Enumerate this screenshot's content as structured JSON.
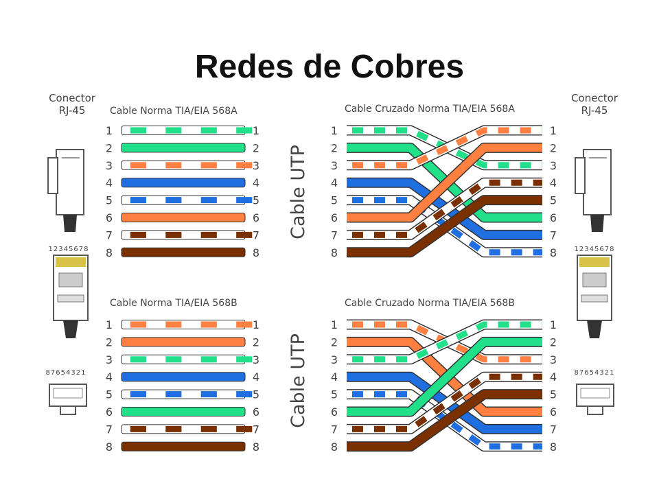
{
  "title": "Redes de Cobres",
  "connector_label_line1": "Conector",
  "connector_label_line2": "RJ-45",
  "pin_order_front": "12345678",
  "pin_order_back": "87654321",
  "side_label": "Cable UTP",
  "panels": [
    {
      "title": "Cable Norma TIA/EIA 568A",
      "type": "straight",
      "standard": "A"
    },
    {
      "title": "Cable Cruzado Norma TIA/EIA 568A",
      "type": "crossover",
      "standard": "A"
    },
    {
      "title": "Cable Norma TIA/EIA 568B",
      "type": "straight",
      "standard": "B"
    },
    {
      "title": "Cable Cruzado Norma TIA/EIA 568B",
      "type": "crossover",
      "standard": "B"
    }
  ],
  "pin_numbers": [
    "1",
    "2",
    "3",
    "4",
    "5",
    "6",
    "7",
    "8"
  ],
  "standards": {
    "A": [
      {
        "color": "#22e08a",
        "striped": true
      },
      {
        "color": "#22e08a",
        "striped": false
      },
      {
        "color": "#ff8040",
        "striped": true
      },
      {
        "color": "#1f6fe0",
        "striped": false
      },
      {
        "color": "#1f6fe0",
        "striped": true
      },
      {
        "color": "#ff8040",
        "striped": false
      },
      {
        "color": "#7a3000",
        "striped": true
      },
      {
        "color": "#7a3000",
        "striped": false
      }
    ],
    "B": [
      {
        "color": "#ff8040",
        "striped": true
      },
      {
        "color": "#ff8040",
        "striped": false
      },
      {
        "color": "#22e08a",
        "striped": true
      },
      {
        "color": "#1f6fe0",
        "striped": false
      },
      {
        "color": "#1f6fe0",
        "striped": true
      },
      {
        "color": "#22e08a",
        "striped": false
      },
      {
        "color": "#7a3000",
        "striped": true
      },
      {
        "color": "#7a3000",
        "striped": false
      }
    ]
  },
  "crossover_map": [
    3,
    6,
    1,
    7,
    8,
    2,
    4,
    5
  ]
}
